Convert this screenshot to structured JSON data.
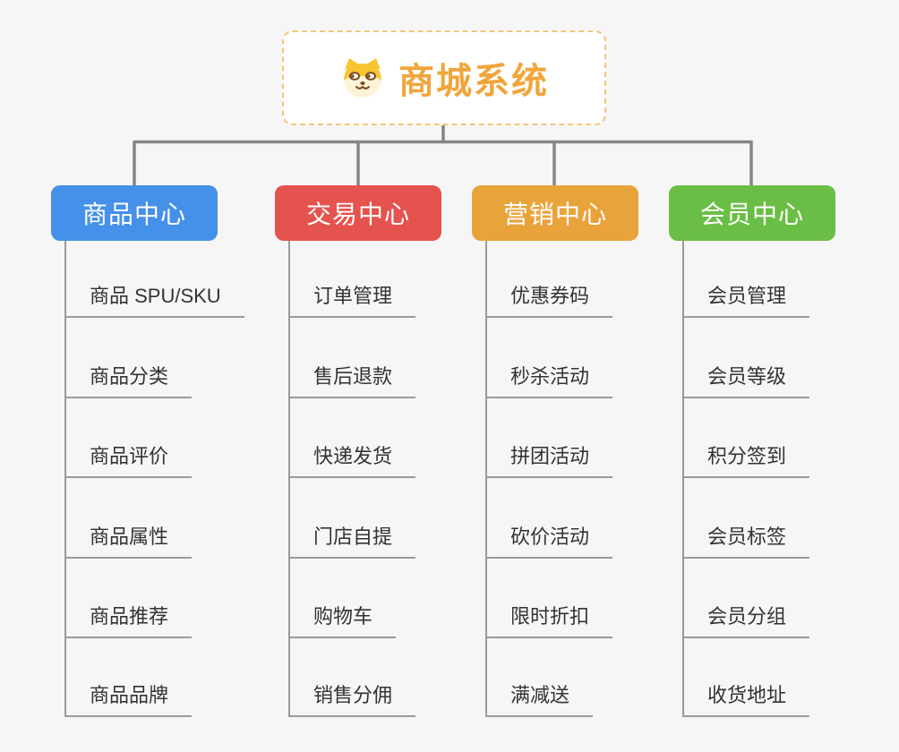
{
  "app": {
    "background_color": "#f6f6f6",
    "connector_color": "#858585",
    "leaf_line_color": "#9b9b9b"
  },
  "root": {
    "title": "商城系统",
    "icon": "dog-icon",
    "text_color": "#f0a63c",
    "border_color": "#f3c579"
  },
  "branches": [
    {
      "label": "商品中心",
      "color": "#4590e8",
      "items": [
        "商品 SPU/SKU",
        "商品分类",
        "商品评价",
        "商品属性",
        "商品推荐",
        "商品品牌"
      ]
    },
    {
      "label": "交易中心",
      "color": "#e5534f",
      "items": [
        "订单管理",
        "售后退款",
        "快递发货",
        "门店自提",
        "购物车",
        "销售分佣"
      ]
    },
    {
      "label": "营销中心",
      "color": "#e9a33b",
      "items": [
        "优惠券码",
        "秒杀活动",
        "拼团活动",
        "砍价活动",
        "限时折扣",
        "满减送"
      ]
    },
    {
      "label": "会员中心",
      "color": "#6bbe45",
      "items": [
        "会员管理",
        "会员等级",
        "积分签到",
        "会员标签",
        "会员分组",
        "收货地址"
      ]
    }
  ]
}
